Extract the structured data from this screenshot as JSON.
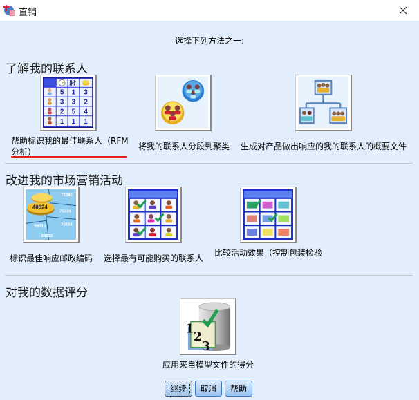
{
  "window": {
    "title": "直销",
    "close_icon": "close-icon"
  },
  "prompt": "选择下列方法之一:",
  "sections": [
    {
      "title": "了解我的联系人",
      "tiles": [
        {
          "label_line1": "帮助标识我的最佳联系人（RFM",
          "label_line2": "分析）",
          "icon": "rfm-grid-icon",
          "selected": true,
          "grid": [
            [
              "5",
              "1",
              "3"
            ],
            [
              "3",
              "3",
              "2"
            ],
            [
              "2",
              "5",
              "4"
            ],
            [
              "1",
              "1",
              "1"
            ]
          ]
        },
        {
          "label_line1": "将我的联系人分段到聚类",
          "icon": "contact-clusters-icon"
        },
        {
          "label_line1": "生成对产品做出响应的我的联系人的概要文件",
          "icon": "contact-profile-tree-icon"
        }
      ]
    },
    {
      "title": "改进我的市场营销活动",
      "tiles": [
        {
          "label_line1": "标识最佳响应邮政编码",
          "icon": "postal-code-map-icon",
          "codes": [
            "75245",
            "40024",
            "75334",
            "59710",
            "75224",
            "59222"
          ]
        },
        {
          "label_line1": "选择最有可能购买的联系人",
          "icon": "contact-selection-grid-icon"
        },
        {
          "label_line1": "比较活动效果（控制包装检验",
          "icon": "campaign-envelope-grid-icon"
        }
      ]
    },
    {
      "title": "对我的数据评分",
      "tiles": [
        {
          "label_line1": "应用来自模型文件的得分",
          "icon": "score-database-icon",
          "digits": [
            "1",
            "2",
            "3"
          ]
        }
      ]
    }
  ],
  "buttons": {
    "continue": "继续",
    "cancel": "取消",
    "help": "帮助"
  },
  "colors": {
    "client_bg": "#e2eefb",
    "button_border": "#3d7ac5",
    "underline": "#e02020",
    "divider": "#c4c4c4"
  }
}
